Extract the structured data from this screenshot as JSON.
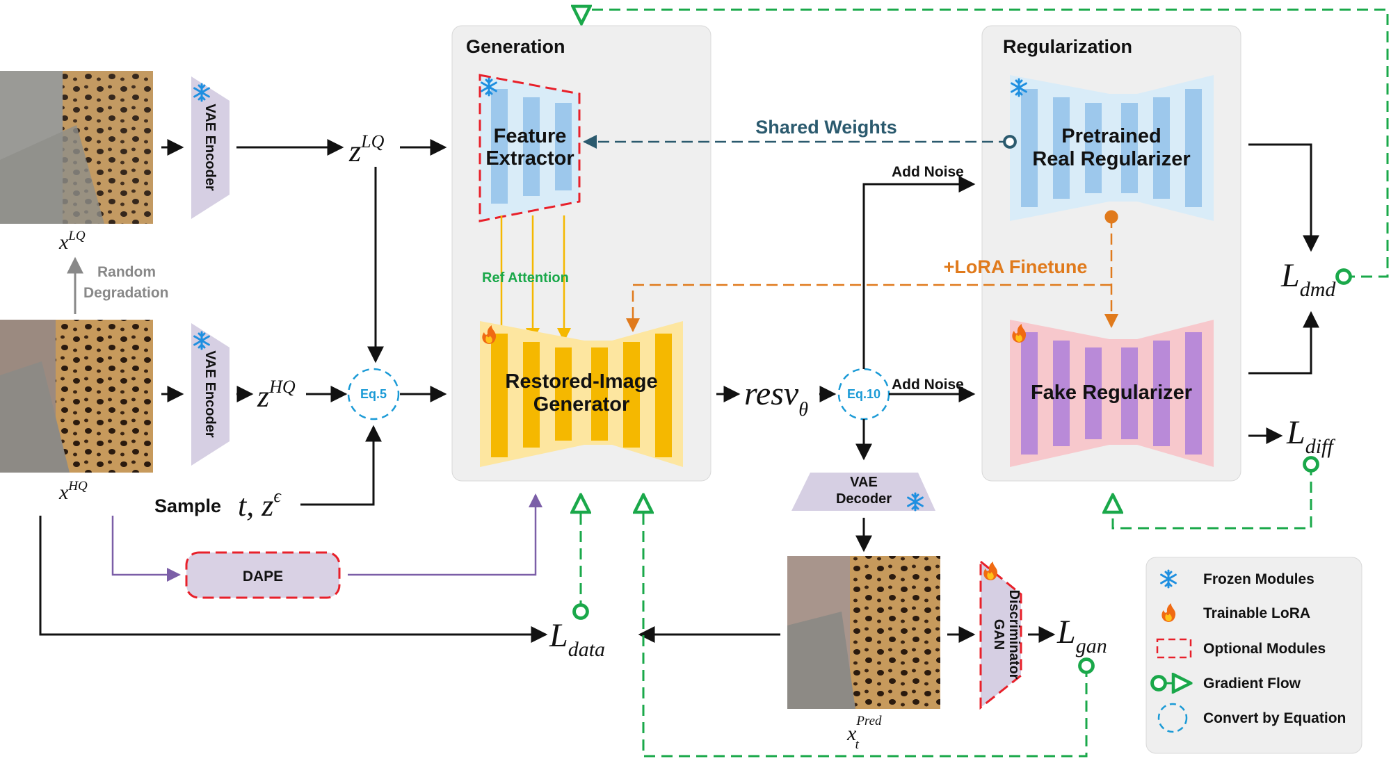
{
  "sections": {
    "generation": "Generation",
    "regularization": "Regularization"
  },
  "blocks": {
    "vae_encoder": "VAE Encoder",
    "vae_decoder_line1": "VAE",
    "vae_decoder_line2": "Decoder",
    "feature_extractor_line1": "Feature",
    "feature_extractor_line2": "Extractor",
    "generator_line1": "Restored-Image",
    "generator_line2": "Generator",
    "real_reg_line1": "Pretrained",
    "real_reg_line2": "Real Regularizer",
    "fake_reg": "Fake Regularizer",
    "dape": "DAPE",
    "gan_disc_line1": "GAN",
    "gan_disc_line2": "Discriminator"
  },
  "labels": {
    "random_line1": "Random",
    "random_line2": "Degradation",
    "shared_weights": "Shared Weights",
    "ref_attention": "Ref Attention",
    "lora_finetune": "+LoRA Finetune",
    "add_noise": "Add Noise",
    "sample": "Sample",
    "eq5": "Eq.5",
    "eq10": "Eq.10"
  },
  "variables": {
    "x_lq_base": "x",
    "x_lq_sup": "LQ",
    "x_hq_base": "x",
    "x_hq_sup": "HQ",
    "z_lq_base": "z",
    "z_lq_sup": "LQ",
    "z_hq_base": "z",
    "z_hq_sup": "HQ",
    "t_z": "t, z",
    "t_z_sup": "ϵ",
    "resv_base": "resv",
    "resv_sub": "θ",
    "xpred_base": "x",
    "xpred_sup": "Pred",
    "xpred_sub": "t",
    "l_dmd_base": "L",
    "l_dmd_sub": "dmd",
    "l_diff_base": "L",
    "l_diff_sub": "diff",
    "l_data_base": "L",
    "l_data_sub": "data",
    "l_gan_base": "L",
    "l_gan_sub": "gan"
  },
  "legend": [
    {
      "icon": "snowflake-icon",
      "label": "Frozen Modules"
    },
    {
      "icon": "fire-icon",
      "label": "Trainable LoRA"
    },
    {
      "icon": "dashed-red-box-icon",
      "label": "Optional Modules"
    },
    {
      "icon": "gradient-arrow-icon",
      "label": "Gradient Flow"
    },
    {
      "icon": "dashed-circle-icon",
      "label": "Convert by Equation"
    }
  ],
  "colors": {
    "frozen": "#1e8fe0",
    "gradient": "#1aa84a",
    "optional": "#e8202a",
    "lora": "#e07a1c",
    "shared": "#2b5a6e",
    "generator": "#f5b800",
    "fake_reg": "#b98ad8",
    "extractor": "#9dc8ec"
  }
}
